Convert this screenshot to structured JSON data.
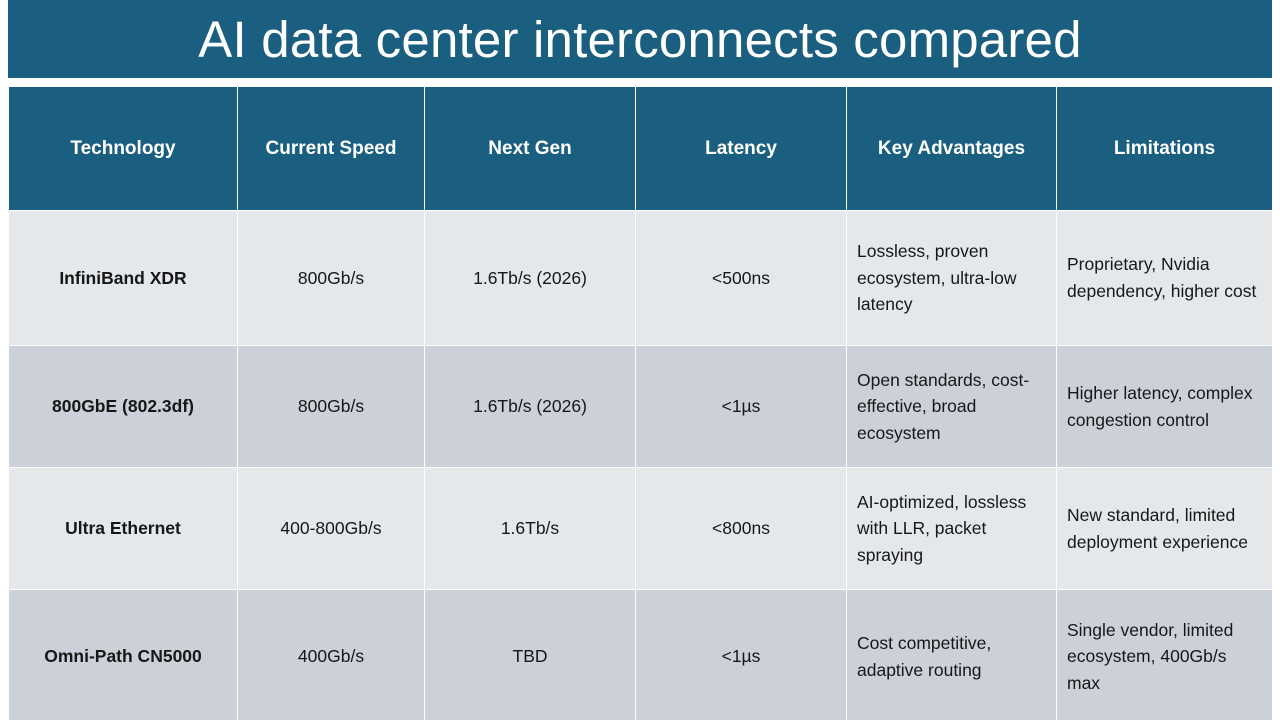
{
  "slide": {
    "title": "AI data center interconnects compared",
    "accent_color": "#1a5e80",
    "row_color_odd": "#e5e8eb",
    "row_color_even": "#ccd1d9",
    "header_text_color": "#ffffff"
  },
  "table": {
    "columns": [
      "Technology",
      "Current Speed",
      "Next Gen",
      "Latency",
      "Key Advantages",
      "Limitations"
    ],
    "rows": [
      {
        "technology": "InfiniBand XDR",
        "current_speed": "800Gb/s",
        "next_gen": "1.6Tb/s (2026)",
        "latency": "<500ns",
        "key_advantages": "Lossless, proven ecosystem, ultra-low latency",
        "limitations": "Proprietary, Nvidia dependency, higher cost"
      },
      {
        "technology": "800GbE (802.3df)",
        "current_speed": "800Gb/s",
        "next_gen": "1.6Tb/s (2026)",
        "latency": "<1µs",
        "key_advantages": "Open standards, cost-effective, broad ecosystem",
        "limitations": "Higher latency, complex congestion control"
      },
      {
        "technology": "Ultra Ethernet",
        "current_speed": "400-800Gb/s",
        "next_gen": "1.6Tb/s",
        "latency": "<800ns",
        "key_advantages": "AI-optimized, lossless with LLR, packet spraying",
        "limitations": "New standard, limited deployment experience"
      },
      {
        "technology": "Omni-Path CN5000",
        "current_speed": "400Gb/s",
        "next_gen": "TBD",
        "latency": "<1µs",
        "key_advantages": "Cost competitive, adaptive routing",
        "limitations": "Single vendor, limited ecosystem, 400Gb/s max"
      }
    ]
  }
}
